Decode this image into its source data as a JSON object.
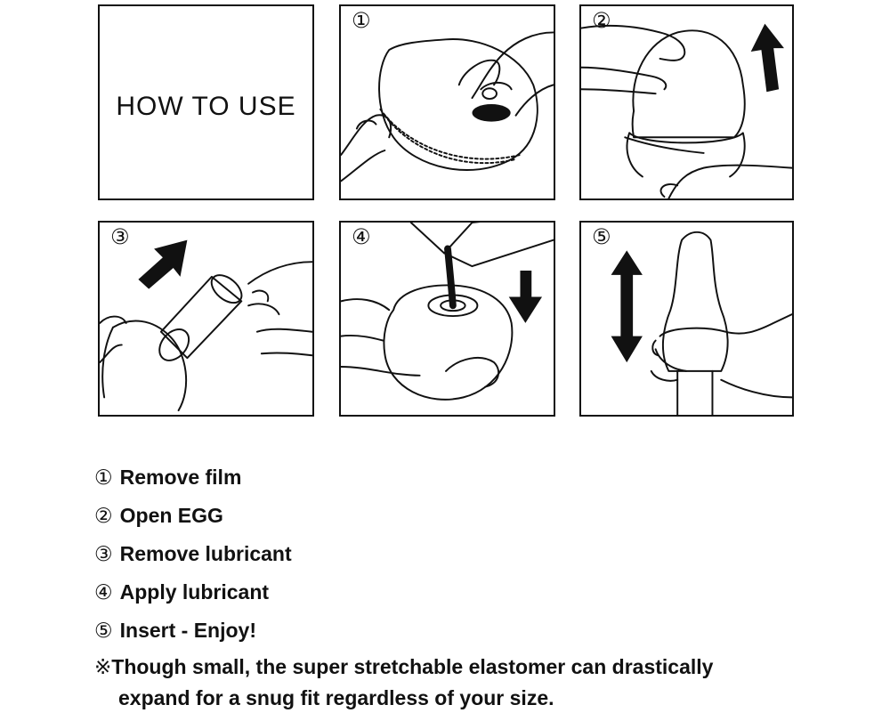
{
  "title_panel": {
    "label": "HOW TO USE"
  },
  "panels": [
    {
      "number": "①",
      "icon": "remove-film-illustration"
    },
    {
      "number": "②",
      "icon": "open-egg-illustration"
    },
    {
      "number": "③",
      "icon": "remove-lubricant-illustration"
    },
    {
      "number": "④",
      "icon": "apply-lubricant-illustration"
    },
    {
      "number": "⑤",
      "icon": "insert-illustration"
    }
  ],
  "steps": [
    {
      "number": "①",
      "label": "Remove film"
    },
    {
      "number": "②",
      "label": "Open EGG"
    },
    {
      "number": "③",
      "label": "Remove lubricant"
    },
    {
      "number": "④",
      "label": "Apply lubricant"
    },
    {
      "number": "⑤",
      "label": "Insert - Enjoy!"
    }
  ],
  "note": {
    "mark": "※",
    "line1": "Though small, the super stretchable elastomer can drastically",
    "line2": "expand for a snug fit regardless of your size."
  },
  "colors": {
    "ink": "#111111",
    "background": "#ffffff"
  }
}
